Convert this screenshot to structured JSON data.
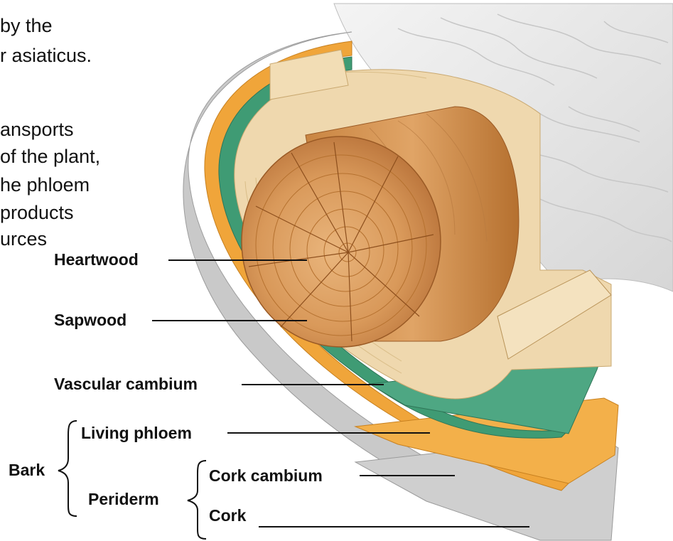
{
  "background_text": {
    "lines": [
      "by the",
      "r asiaticus.",
      "ansports",
      "of the plant,",
      "he phloem",
      "products",
      "urces"
    ]
  },
  "labels": {
    "heartwood": "Heartwood",
    "sapwood": "Sapwood",
    "vascular_cambium": "Vascular cambium",
    "living_phloem": "Living phloem",
    "bark": "Bark",
    "cork_cambium": "Cork cambium",
    "periderm": "Periderm",
    "cork": "Cork"
  },
  "colors": {
    "wood": "#d9995a",
    "sapwood": "#efd8ae",
    "cambium": "#3f9b74",
    "phloem": "#f0a53a",
    "cork": "#c9c9c9",
    "outer_bark": "#ececec"
  }
}
